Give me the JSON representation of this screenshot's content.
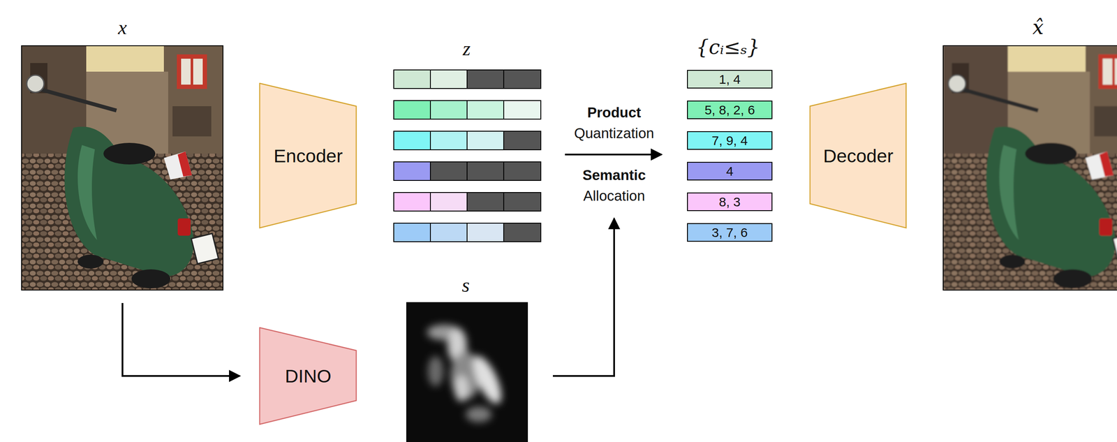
{
  "diagram": {
    "nodes": [
      {
        "text": [
          "Encoder"
        ]
      },
      {
        "text": [
          "1, 4"
        ]
      },
      {
        "text": [
          "5, 8, 2, 6"
        ]
      },
      {
        "text": [
          "7, 9, 4"
        ]
      },
      {
        "text": [
          "4"
        ]
      },
      {
        "text": [
          "8, 3"
        ]
      },
      {
        "text": [
          "3, 7, 6"
        ]
      },
      {
        "text": [
          "Decoder"
        ]
      },
      {
        "text": [
          "DINO"
        ]
      }
    ],
    "labels": [
      "x",
      "z",
      "{cᵢ≤ₛ}",
      "x̂",
      "Product",
      "Quantization",
      "Semantic",
      "Allocation",
      "s"
    ]
  }
}
